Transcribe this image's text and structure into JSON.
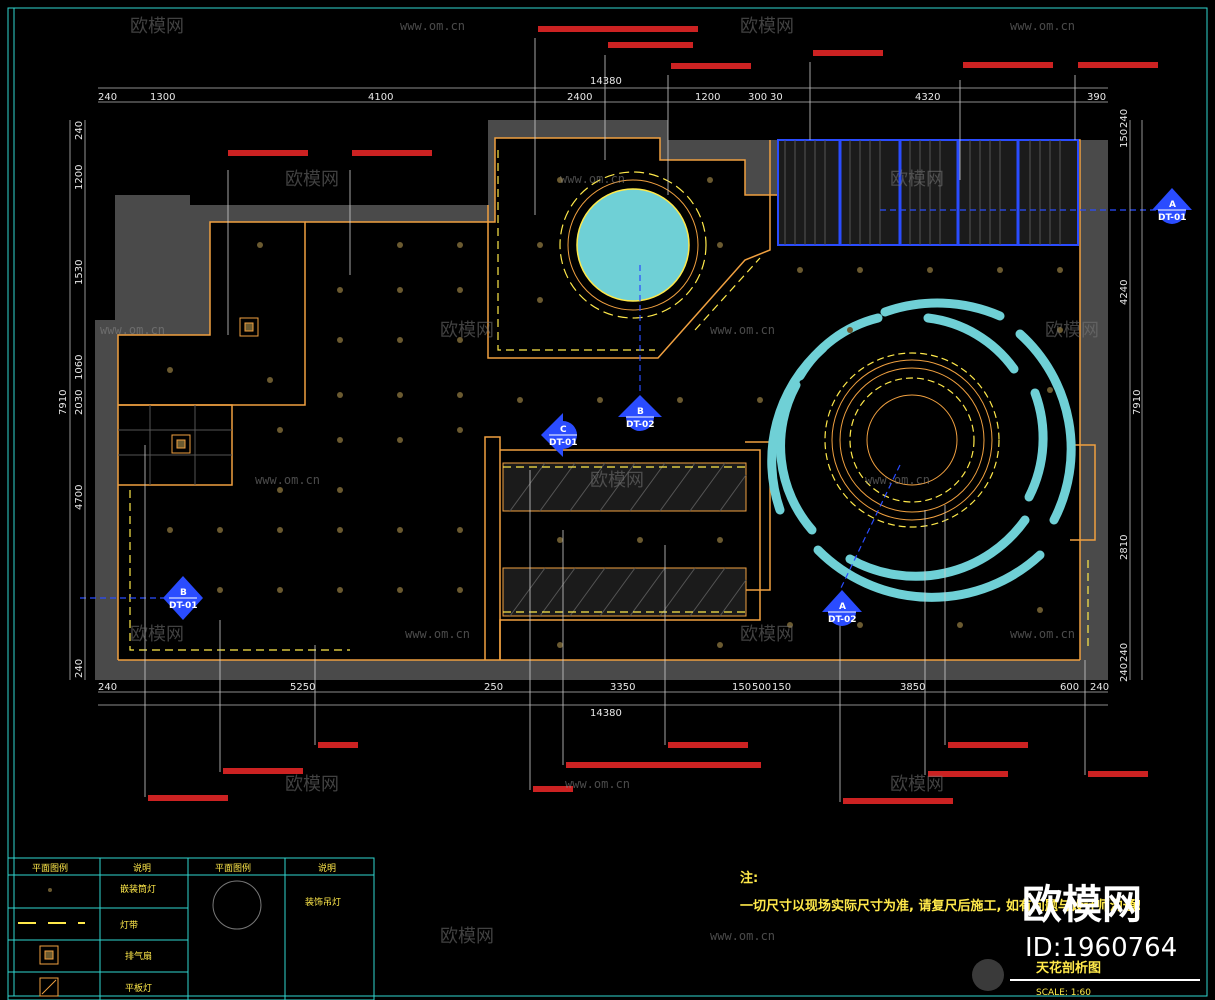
{
  "dimensions": {
    "top_total": "14380",
    "top": [
      "240",
      "1300",
      "4100",
      "2400",
      "1200",
      "300",
      "30",
      "4320",
      "390"
    ],
    "bottom_total": "14380",
    "bottom": [
      "240",
      "5250",
      "250",
      "3350",
      "150",
      "500",
      "150",
      "3850",
      "600",
      "240"
    ],
    "left_total": "7910",
    "left": [
      "240",
      "1200",
      "1530",
      "1060",
      "2030",
      "4700",
      "240"
    ],
    "right_total": "7910",
    "right": [
      "150",
      "240",
      "4240",
      "2810",
      "240",
      "240"
    ]
  },
  "section_marks": [
    {
      "letter": "A",
      "code": "DT-01"
    },
    {
      "letter": "B",
      "code": "DT-01"
    },
    {
      "letter": "C",
      "code": "DT-01"
    },
    {
      "letter": "B",
      "code": "DT-02"
    },
    {
      "letter": "A",
      "code": "DT-02"
    }
  ],
  "notes": {
    "title": "注:",
    "body": "一切尺寸以现场实际尺寸为准, 请复尺后施工, 如有问题与设计师沟通!"
  },
  "legend": {
    "headers": [
      "平面图例",
      "说明",
      "平面图例",
      "说明"
    ],
    "rows": [
      "嵌装筒灯",
      "灯带",
      "排气扇",
      "平板灯"
    ],
    "right_row": "装饰吊灯"
  },
  "drawing": {
    "title": "天花剖析图",
    "scale": "SCALE: 1:60"
  },
  "watermark": {
    "brand": "欧模网",
    "url": "www.om.cn",
    "id": "ID:1960764"
  },
  "colors": {
    "background": "#000000",
    "wall": "#4a4a4a",
    "outline": "#f0a040",
    "light_strip": "#ffe94a",
    "cyan": "#6fd0d6",
    "blue": "#2a4cff",
    "annotation": "#ff2a2a",
    "frame": "#30d6d0"
  }
}
